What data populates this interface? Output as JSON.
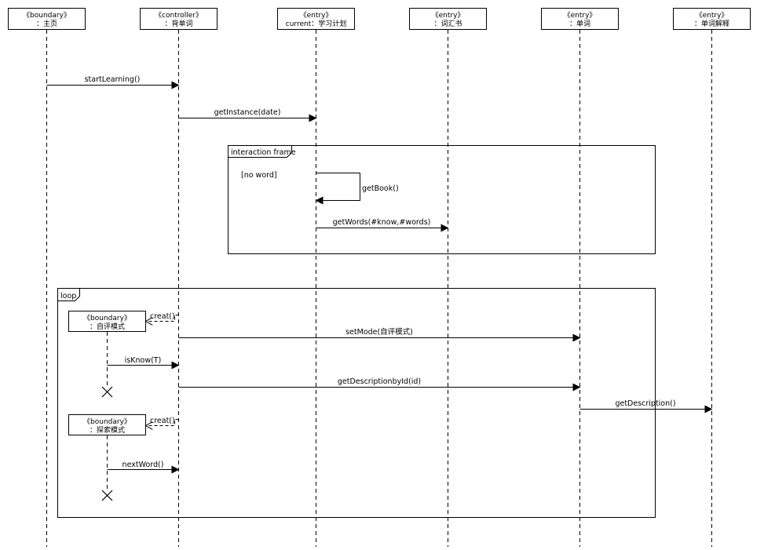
{
  "lifelines": [
    {
      "stereotype": "《boundary》",
      "name": "：主页"
    },
    {
      "stereotype": "《controller》",
      "name": "：背单词"
    },
    {
      "stereotype": "《entry》",
      "name": "current：学习计划"
    },
    {
      "stereotype": "《entry》",
      "name": "：词汇书"
    },
    {
      "stereotype": "《entry》",
      "name": "：单词"
    },
    {
      "stereotype": "《entry》",
      "name": "：单词解释"
    }
  ],
  "messages": {
    "startLearning": "startLearning()",
    "getInstance": "getInstance(date)",
    "getBook": "getBook()",
    "getWords": "getWords(#know,#words)",
    "creat1": "creat()",
    "setMode": "setMode(自评模式)",
    "isKnow": "isKnow(T)",
    "getDescriptionbyId": "getDescriptionbyId(id)",
    "getDescription": "getDescription()",
    "creat2": "creat()",
    "nextWord": "nextWord()"
  },
  "frames": {
    "interaction": {
      "label": "interaction frame",
      "guard": "[no word]"
    },
    "loop": {
      "label": "loop"
    }
  },
  "created": {
    "selfEval": {
      "stereotype": "《boundary》",
      "name": "：自评模式"
    },
    "explore": {
      "stereotype": "《boundary》",
      "name": "：探索模式"
    }
  }
}
